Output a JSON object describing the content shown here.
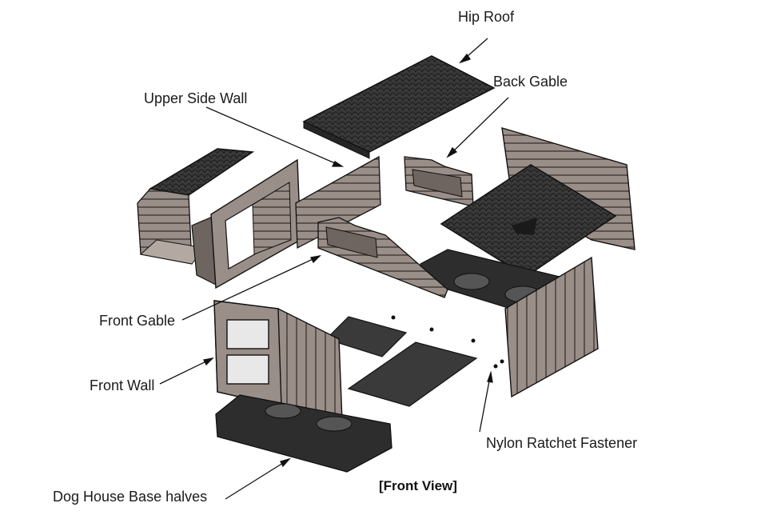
{
  "labels": {
    "hip_roof": "Hip Roof",
    "back_gable": "Back Gable",
    "upper_side_wall": "Upper Side Wall",
    "front_gable": "Front Gable",
    "front_wall": "Front Wall",
    "nylon_ratchet_fastener": "Nylon Ratchet Fastener",
    "dog_house_base_halves": "Dog House Base halves"
  },
  "caption": "[Front View]",
  "colors": {
    "panel": "#9a8e88",
    "panel_light": "#b3a8a2",
    "panel_dark": "#6e6460",
    "roof": "#3a3a3a",
    "roof_dark": "#262626",
    "base": "#2d2d2d",
    "line": "#111111"
  }
}
